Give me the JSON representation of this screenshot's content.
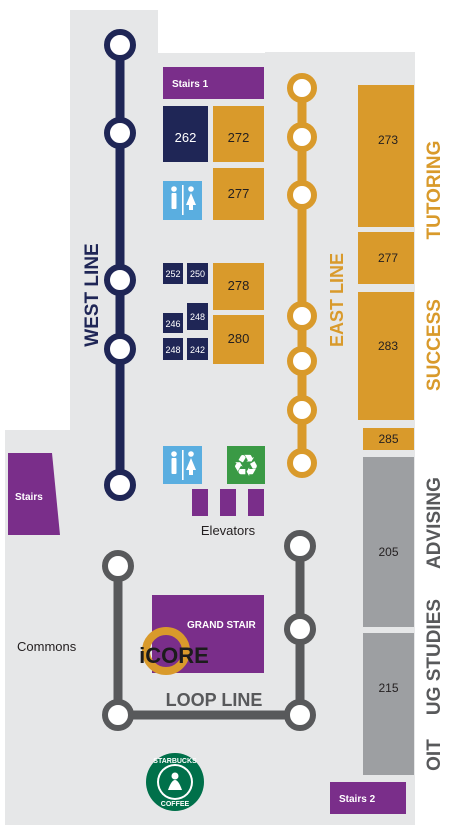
{
  "colors": {
    "floor": "#e6e7e8",
    "purple": "#7a2e8a",
    "navy": "#1f2656",
    "gold": "#d99a2b",
    "gray": "#9d9fa2",
    "darkgray": "#58595b",
    "restroom": "#5aaee0",
    "recycle": "#3a9a45"
  },
  "lines": {
    "west": "WEST LINE",
    "east": "EAST LINE",
    "loop": "LOOP LINE"
  },
  "labels": {
    "stairs1": "Stairs 1",
    "stairs2": "Stairs 2",
    "stairs_left": "Stairs",
    "elevators": "Elevators",
    "commons": "Commons",
    "grand_stair": "GRAND STAIR",
    "icore": "iCORE"
  },
  "rooms": {
    "r262": "262",
    "r272": "272",
    "r277a": "277",
    "r252": "252",
    "r250": "250",
    "r278": "278",
    "r246": "246",
    "r248a": "248",
    "r280": "280",
    "r248b": "248",
    "r242": "242",
    "r273": "273",
    "r277b": "277",
    "r283": "283",
    "r285": "285",
    "r205": "205",
    "r215": "215"
  },
  "departments": {
    "tutoring": "TUTORING",
    "success": "SUCCESS",
    "advising": "ADVISING",
    "ug_studies": "UG STUDIES",
    "oit": "OIT"
  },
  "logo": {
    "top": "STARBUCKS",
    "bottom": "COFFEE"
  }
}
